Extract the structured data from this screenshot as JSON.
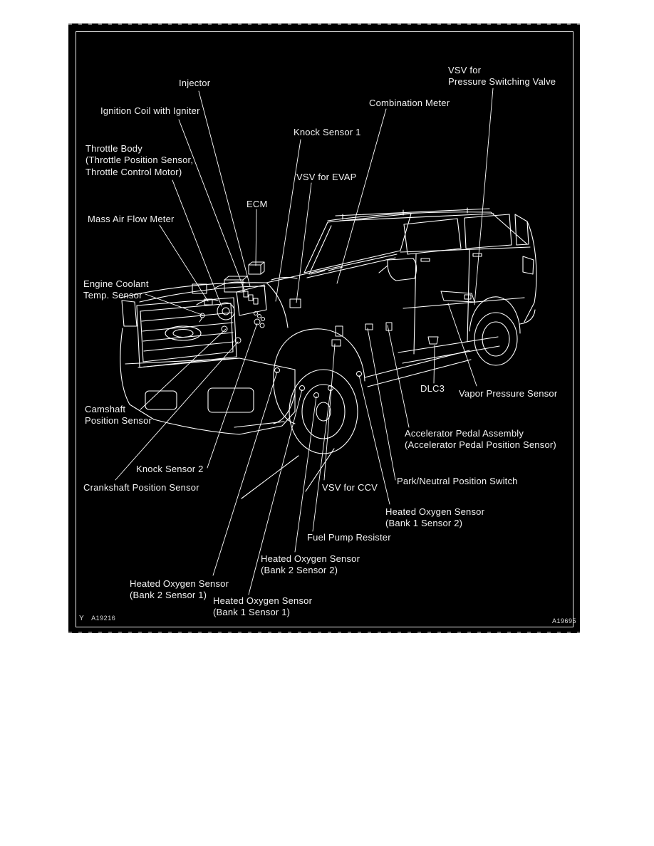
{
  "diagram": {
    "type": "vehicle-component-location-diagram",
    "colors": {
      "page_background": "#ffffff",
      "diagram_background": "#000000",
      "line_color": "#ffffff",
      "text_color": "#f2f2f2"
    },
    "callouts": [
      {
        "id": "injector",
        "label": "Injector"
      },
      {
        "id": "ignition_coil",
        "label": "Ignition Coil with Igniter"
      },
      {
        "id": "throttle_body",
        "label": "Throttle Body\n(Throttle Position Sensor,\nThrottle Control Motor)"
      },
      {
        "id": "mass_air_flow_meter",
        "label": "Mass Air Flow Meter"
      },
      {
        "id": "ecm",
        "label": "ECM"
      },
      {
        "id": "knock_sensor_1",
        "label": "Knock Sensor 1"
      },
      {
        "id": "vsv_for_evap",
        "label": "VSV for EVAP"
      },
      {
        "id": "combination_meter",
        "label": "Combination Meter"
      },
      {
        "id": "vsv_pressure_switching_valve",
        "label": "VSV for\nPressure Switching Valve"
      },
      {
        "id": "engine_coolant_temp_sensor",
        "label": "Engine Coolant\nTemp. Sensor"
      },
      {
        "id": "camshaft_position_sensor",
        "label": "Camshaft\nPosition Sensor"
      },
      {
        "id": "dlc3",
        "label": "DLC3"
      },
      {
        "id": "vapor_pressure_sensor",
        "label": "Vapor Pressure Sensor"
      },
      {
        "id": "accelerator_pedal_assembly",
        "label": "Accelerator Pedal Assembly\n(Accelerator Pedal Position Sensor)"
      },
      {
        "id": "knock_sensor_2",
        "label": "Knock Sensor 2"
      },
      {
        "id": "crankshaft_position_sensor",
        "label": "Crankshaft Position Sensor"
      },
      {
        "id": "vsv_for_ccv",
        "label": "VSV for CCV"
      },
      {
        "id": "park_neutral_position_switch",
        "label": "Park/Neutral Position Switch"
      },
      {
        "id": "ho2s_bank1_sensor2",
        "label": "Heated Oxygen Sensor\n(Bank 1 Sensor 2)"
      },
      {
        "id": "fuel_pump_resister",
        "label": "Fuel Pump Resister"
      },
      {
        "id": "ho2s_bank2_sensor2",
        "label": "Heated Oxygen Sensor\n(Bank 2 Sensor 2)"
      },
      {
        "id": "ho2s_bank2_sensor1",
        "label": "Heated Oxygen Sensor\n(Bank 2 Sensor 1)"
      },
      {
        "id": "ho2s_bank1_sensor1",
        "label": "Heated Oxygen Sensor\n(Bank 1 Sensor 1)"
      }
    ],
    "figure_codes": {
      "left_prefix": "Y",
      "left": "A19216",
      "right": "A19695"
    }
  }
}
